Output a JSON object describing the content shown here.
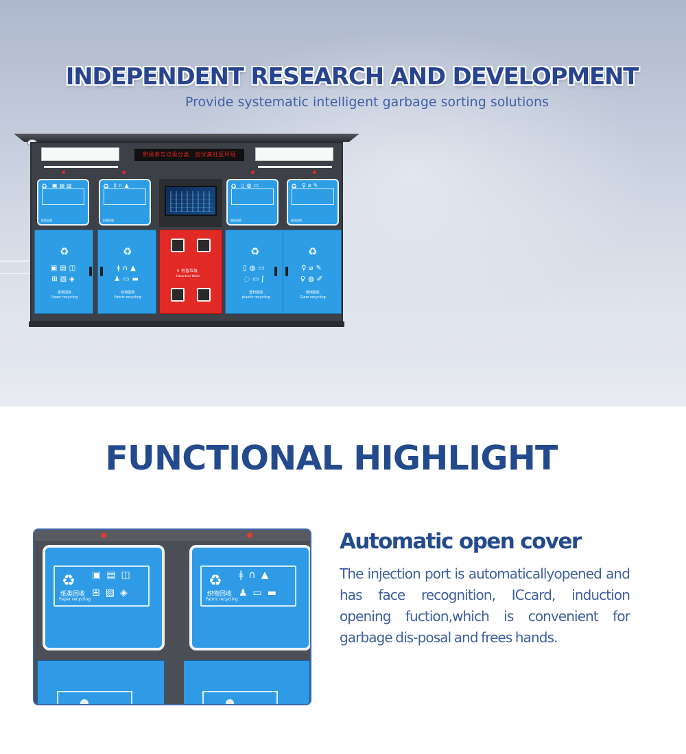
{
  "hero": {
    "title": "INDEPENDENT RESEARCH AND DEVELOPMENT",
    "subtitle": "Provide systematic intelligent garbage sorting solutions",
    "station": {
      "led_text": "积极参与垃圾分类　创优美社区环境",
      "bins": [
        {
          "cn": "纸类回收",
          "en": "Paper recycling"
        },
        {
          "cn": "织物回收",
          "en": "Fabric recycling"
        },
        {
          "cn": "有害垃圾",
          "en": "Hazardous Waste"
        },
        {
          "cn": "塑料回收",
          "en": "plastic recycling"
        },
        {
          "cn": "玻璃回收",
          "en": "Glass recycling"
        }
      ]
    }
  },
  "highlight": {
    "section_title": "FUNCTIONAL HIGHLIGHT",
    "photo": {
      "panels": [
        {
          "cn": "纸类回收",
          "en": "Paper recycling"
        },
        {
          "cn": "织物回收",
          "en": "Fabric recycling"
        }
      ]
    },
    "feature_title": "Automatic open cover",
    "feature_body": "The injection port is automaticallyopened and has face recognition, ICcard, induction opening fuction,which is convenient for garbage dis-posal and frees hands."
  },
  "colors": {
    "brand_blue": "#234a8c",
    "bin_blue": "#2d9ee6",
    "hazard_red": "#e12a25",
    "text_blue": "#3d5f9e"
  }
}
